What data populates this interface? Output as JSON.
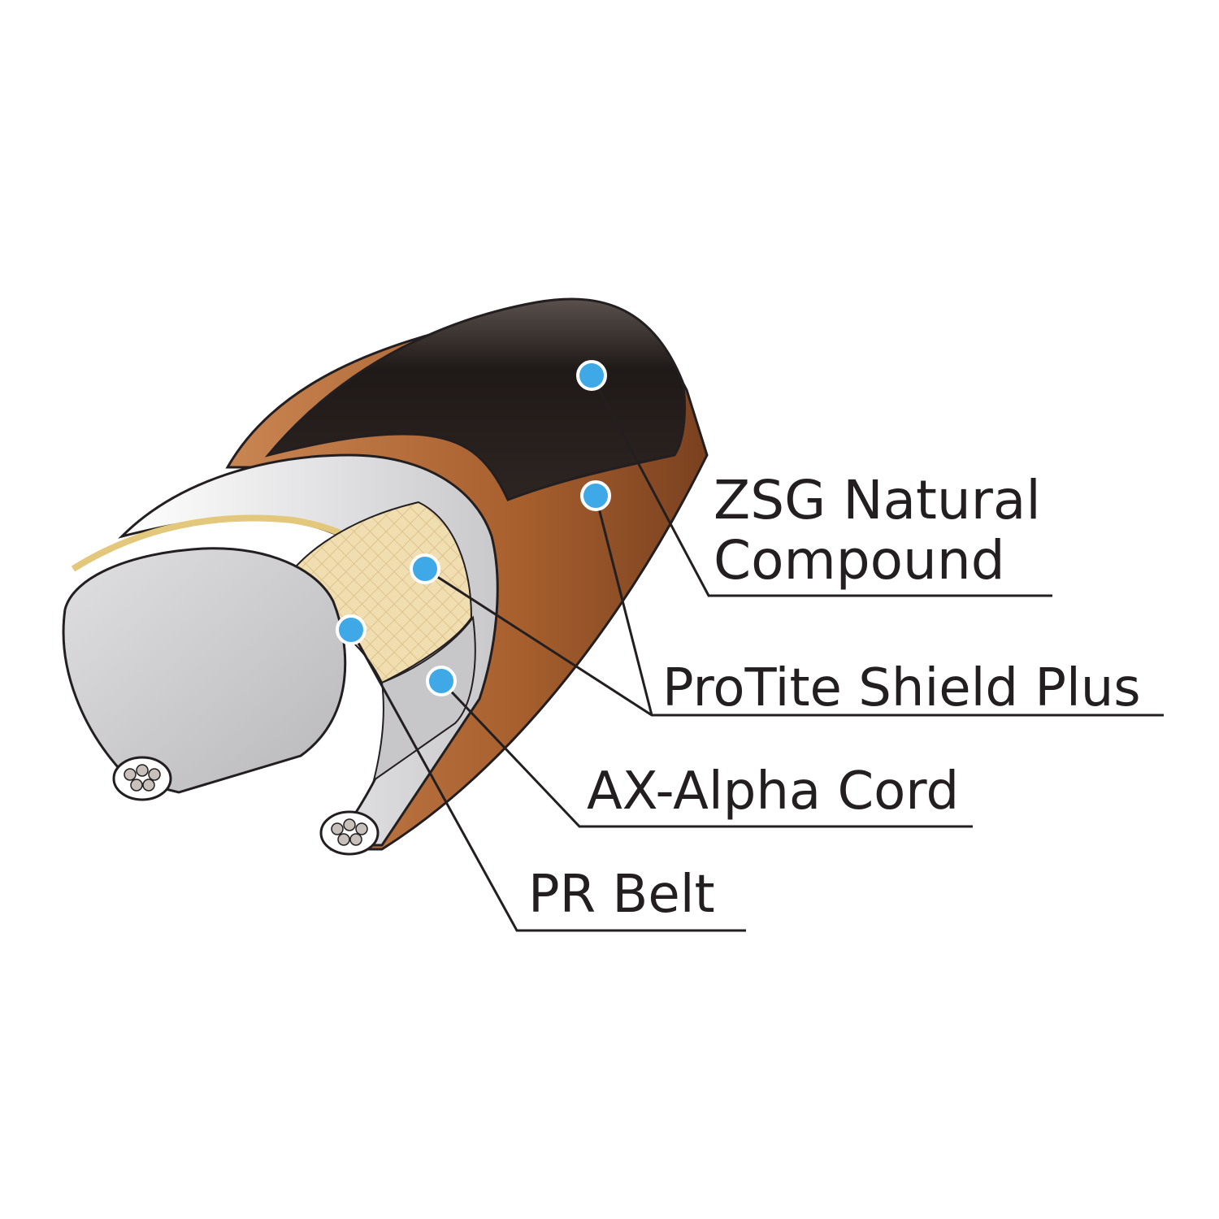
{
  "labels": {
    "zsg_line1": "ZSG Natural",
    "zsg_line2": "Compound",
    "protite": "ProTite Shield Plus",
    "ax_alpha": "AX-Alpha Cord",
    "pr_belt": "PR Belt"
  },
  "colors": {
    "tread": "#2b2421",
    "casing": "#b06a3a",
    "shield": "#e9e9ea",
    "belt": "#f3e2b8",
    "inner": "#cfcfd1",
    "dot": "#3fa9e8",
    "line": "#231f20"
  }
}
